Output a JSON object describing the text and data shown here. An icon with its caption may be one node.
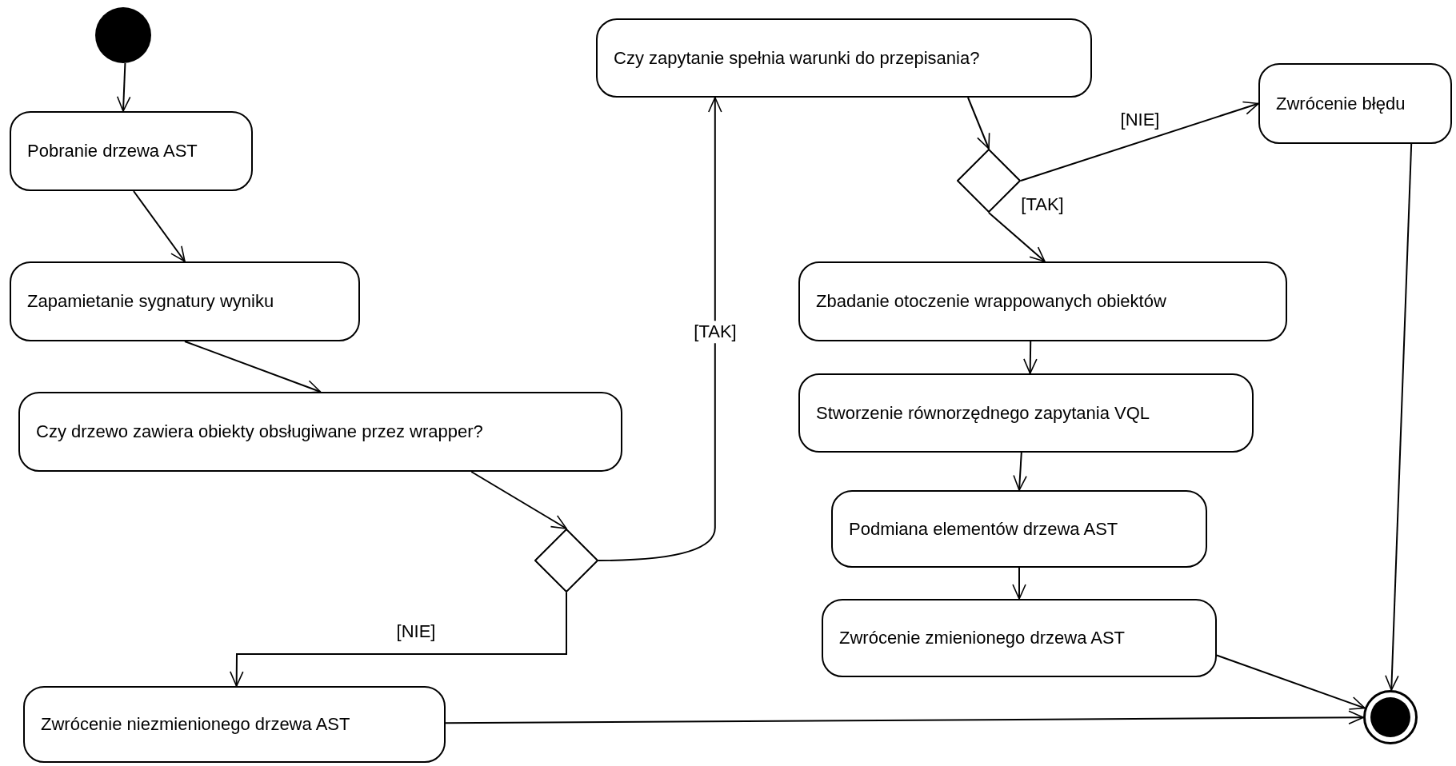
{
  "diagram": {
    "nodes": [
      {
        "text": [],
        "shape": "circle"
      },
      {
        "text": [
          "Pobranie drzewa AST"
        ]
      },
      {
        "text": [
          "Zapamietanie sygnatury wyniku"
        ]
      },
      {
        "text": [
          "Czy drzewo zawiera obiekty obsługiwane przez wrapper?"
        ]
      },
      {
        "text": [],
        "shape": "diamond"
      },
      {
        "text": [
          "Zwrócenie niezmienionego drzewa AST"
        ]
      },
      {
        "text": [
          "Czy zapytanie spełnia warunki do przepisania?"
        ]
      },
      {
        "text": [],
        "shape": "diamond"
      },
      {
        "text": [
          "Zwrócenie błędu"
        ]
      },
      {
        "text": [
          "Zbadanie otoczenie wrappowanych obiektów"
        ]
      },
      {
        "text": [
          "Stworzenie równorzędnego zapytania VQL"
        ]
      },
      {
        "text": [
          "Podmiana elementów drzewa AST"
        ]
      },
      {
        "text": [
          "Zwrócenie zmienionego drzewa AST"
        ]
      },
      {
        "text": [],
        "shape": "bullseye"
      }
    ],
    "edges": [
      {
        "from": 0,
        "to": 1,
        "arrow": "to"
      },
      {
        "from": 1,
        "to": 2,
        "arrow": "to"
      },
      {
        "from": 2,
        "to": 3,
        "arrow": "to"
      },
      {
        "from": 3,
        "to": 4,
        "arrow": "to"
      },
      {
        "from": 4,
        "to": 6,
        "arrow": "to",
        "label": "[TAK]"
      },
      {
        "from": 4,
        "to": 5,
        "arrow": "to",
        "label": "[NIE]"
      },
      {
        "from": 6,
        "to": 7,
        "arrow": "to"
      },
      {
        "from": 7,
        "to": 8,
        "arrow": "to",
        "label": "[NIE]"
      },
      {
        "from": 7,
        "to": 9,
        "arrow": "to",
        "label": "[TAK]"
      },
      {
        "from": 9,
        "to": 10,
        "arrow": "to"
      },
      {
        "from": 10,
        "to": 11,
        "arrow": "to"
      },
      {
        "from": 11,
        "to": 12,
        "arrow": "to"
      },
      {
        "from": 12,
        "to": 13,
        "arrow": "to"
      },
      {
        "from": 8,
        "to": 13,
        "arrow": "to"
      },
      {
        "from": 5,
        "to": 13,
        "arrow": "to"
      }
    ]
  }
}
